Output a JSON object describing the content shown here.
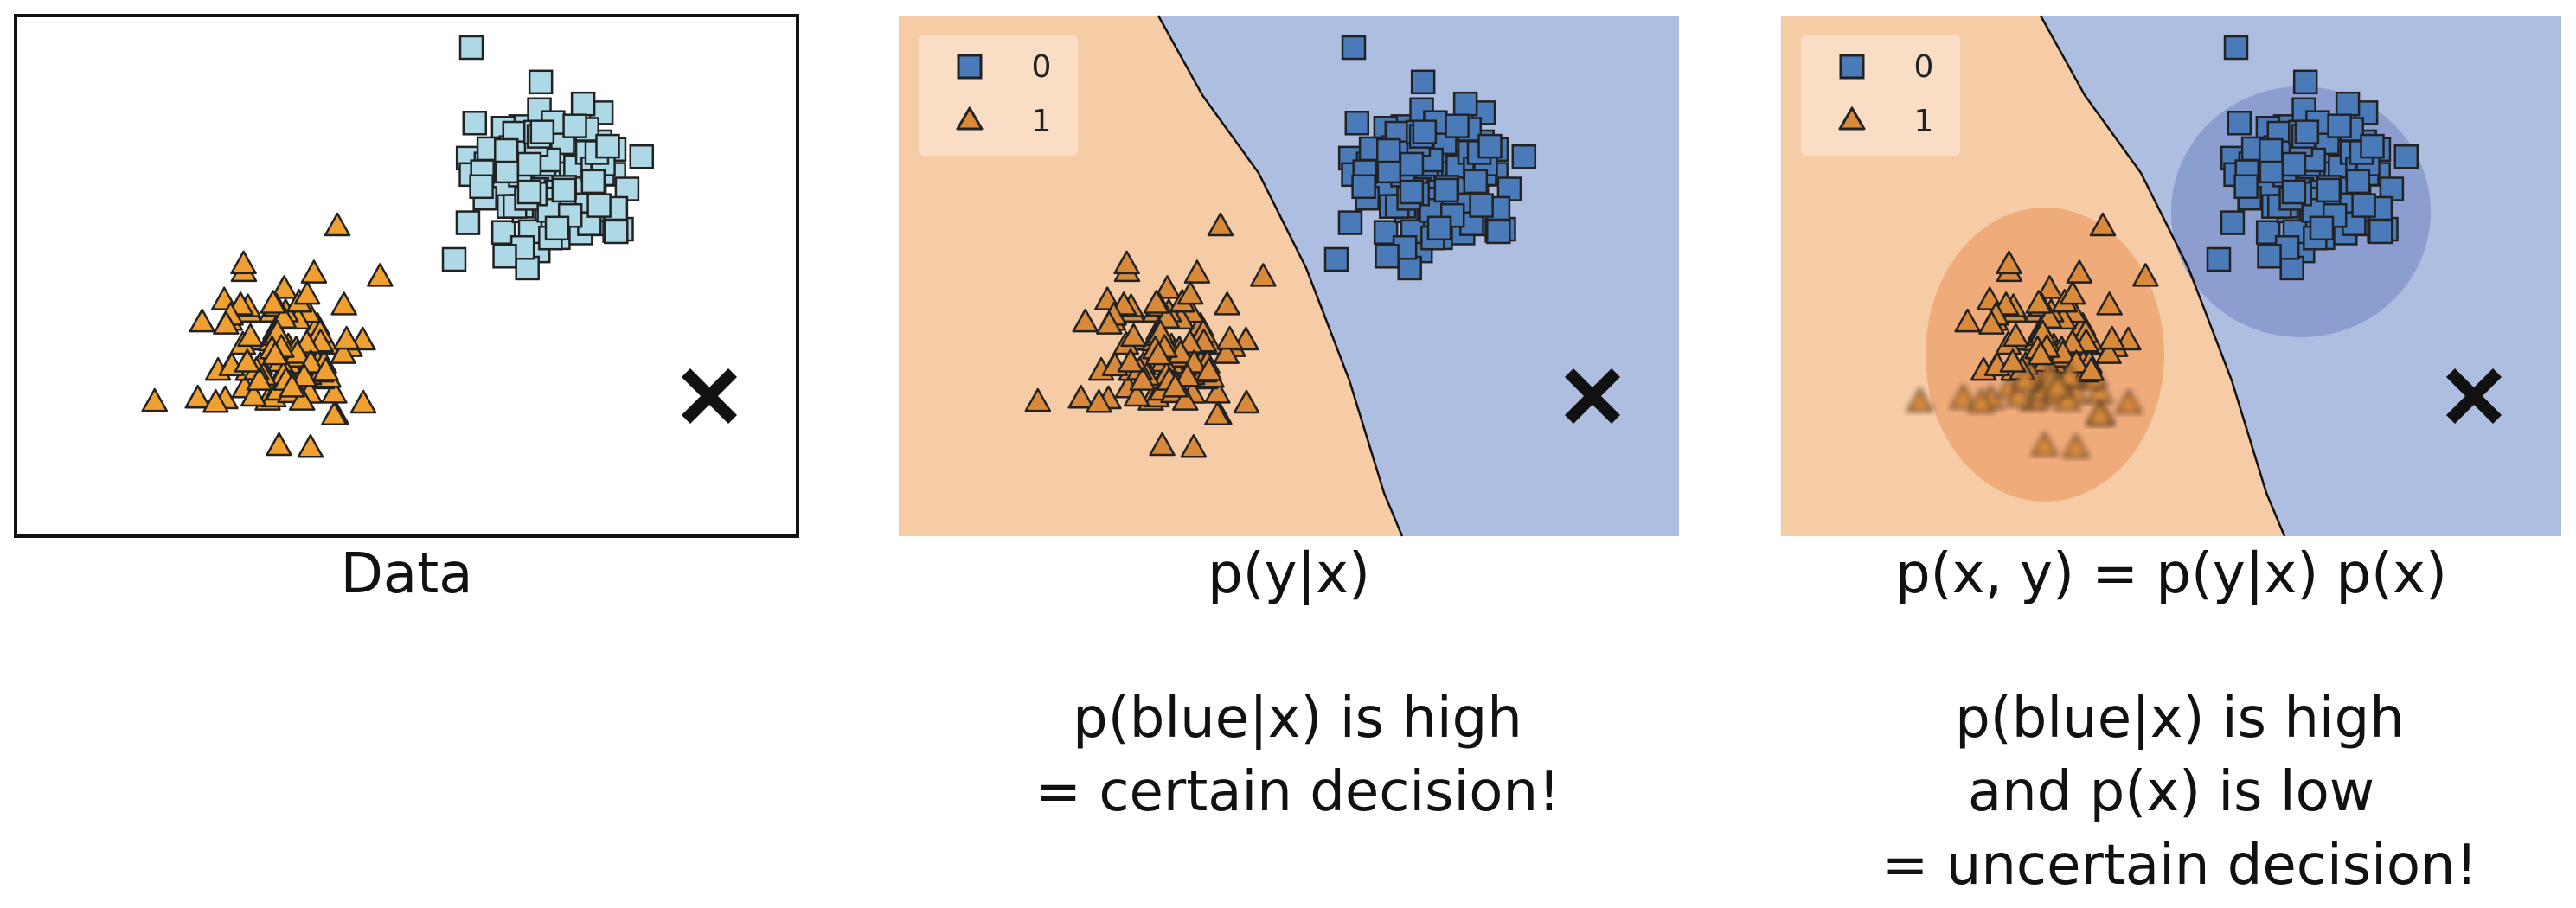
{
  "panels": [
    {
      "caption": "Data",
      "description_lines": []
    },
    {
      "caption": "p(y|x)",
      "description_lines": [
        "p(blue|x) is high",
        "= certain decision!"
      ]
    },
    {
      "caption": "p(x, y) = p(y|x) p(x)",
      "description_lines": [
        "p(blue|x) is high",
        "and p(x) is low",
        "= uncertain decision!"
      ]
    }
  ],
  "legend": {
    "items": [
      {
        "label": "0",
        "marker": "square"
      },
      {
        "label": "1",
        "marker": "triangle"
      }
    ]
  },
  "query_marker": {
    "icon": "x-cross-icon"
  },
  "colors": {
    "class0_data": "#add8e6",
    "class1_data": "#f0a030",
    "class0_region": "#aebee0",
    "class1_region": "#f6cca6",
    "class0_marker": "#4a7ab8",
    "class1_marker": "#d88a3a",
    "class0_density": "#7d8ec9",
    "class1_density": "#eea06c"
  }
}
